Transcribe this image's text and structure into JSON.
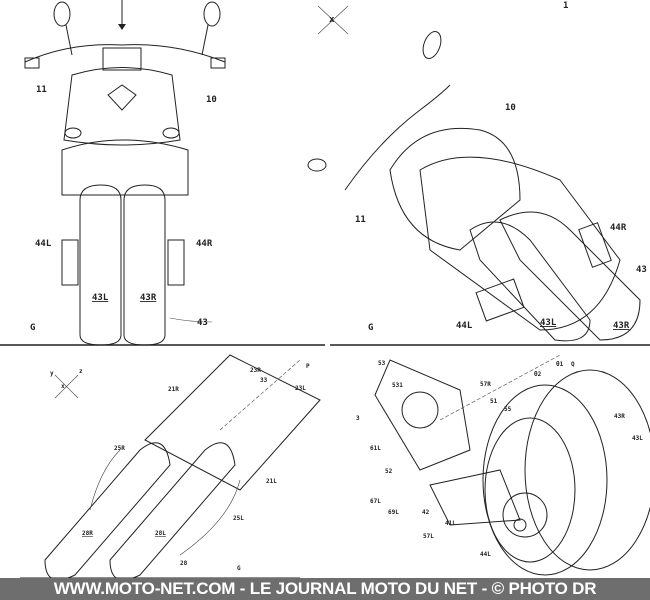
{
  "figures": {
    "front_view": {
      "labels": [
        "11",
        "10",
        "44L",
        "44R",
        "43L",
        "43R",
        "43",
        "G"
      ]
    },
    "perspective_view": {
      "labels": [
        "1",
        "10",
        "11",
        "44R",
        "43",
        "44L",
        "43L",
        "43R",
        "G",
        "x"
      ]
    },
    "section_view": {
      "labels": [
        "y",
        "z",
        "x",
        "21R",
        "23R",
        "33",
        "P",
        "23L",
        "25R",
        "21L",
        "25L",
        "28R",
        "28L",
        "28",
        "G"
      ]
    },
    "rear_detail_view": {
      "labels": [
        "53",
        "531",
        "57R",
        "51",
        "55",
        "θ1",
        "θ2",
        "Q",
        "3",
        "43R",
        "43L",
        "61L",
        "52",
        "67L",
        "69L",
        "42",
        "41L",
        "57L",
        "44L"
      ]
    }
  },
  "footer": {
    "text": "WWW.MOTO-NET.COM - LE JOURNAL MOTO DU NET - © PHOTO DR"
  }
}
